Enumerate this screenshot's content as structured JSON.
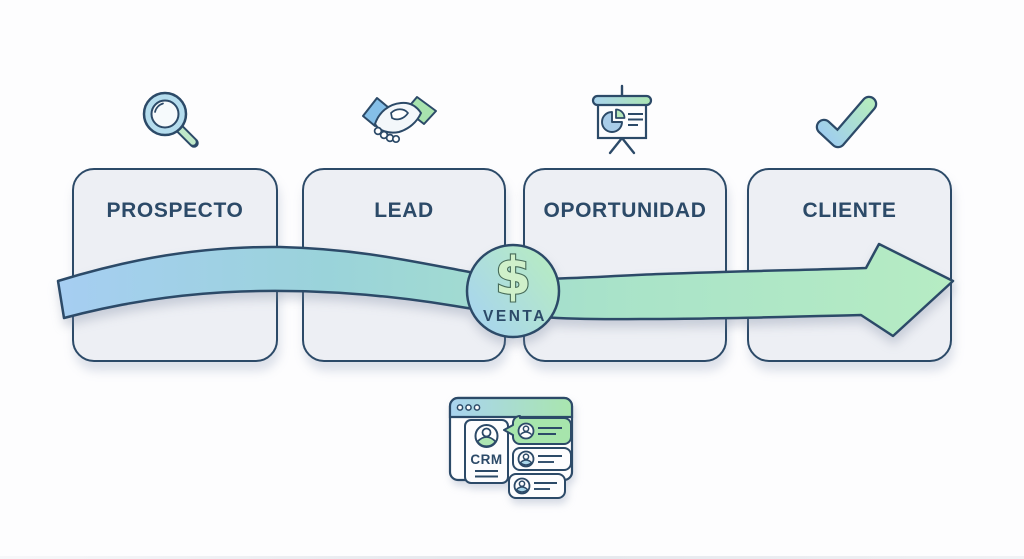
{
  "diagram": {
    "kind": "sales-funnel-flow",
    "stages": [
      {
        "label": "PROSPECTO",
        "icon": "search-icon"
      },
      {
        "label": "LEAD",
        "icon": "handshake-icon"
      },
      {
        "label": "OPORTUNIDAD",
        "icon": "presentation-chart-icon"
      },
      {
        "label": "CLIENTE",
        "icon": "checkmark-icon"
      }
    ],
    "milestone": {
      "symbol": "$",
      "label": "VENTA"
    },
    "crm": {
      "label": "CRM"
    }
  },
  "colors": {
    "navy": "#2c4a68",
    "box_fill": "#edeff4",
    "band_blue": "#a6cef2",
    "band_teal": "#9ad3da",
    "band_green_mid": "#a9e3c9",
    "band_green": "#b6ecc3",
    "circle_blue": "#a7d4f0",
    "circle_green": "#b7ecc1",
    "dollar_fill": "#d0f0ca",
    "dollar_stroke": "#466a58",
    "icon_blue": "#85bfe8",
    "icon_green": "#a8e3ae",
    "lens_blue": "#b5ddee",
    "handle_green": "#bfe8c9",
    "pie_blue": "#a9cde9",
    "chat_green": "#a7e5ac",
    "avatar_blue": "#a9d6ea",
    "avatar_green": "#aee6b2"
  }
}
